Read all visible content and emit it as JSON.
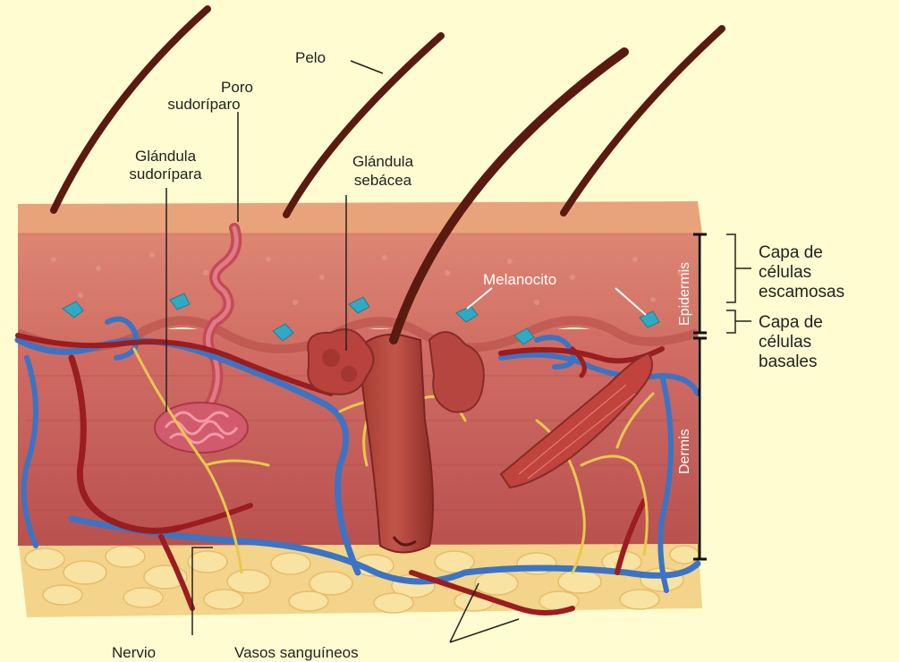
{
  "labels": {
    "pelo": "Pelo",
    "poro_line1": "Poro",
    "poro_line2": "sudoríparo",
    "glandula_sudoripara_line1": "Glándula",
    "glandula_sudoripara_line2": "sudorípara",
    "glandula_sebacea_line1": "Glándula",
    "glandula_sebacea_line2": "sebácea",
    "melanocito": "Melanocito",
    "epidermis": "Epidermis",
    "dermis": "Dermis",
    "capa_escamosas_line1": "Capa de",
    "capa_escamosas_line2": "células",
    "capa_escamosas_line3": "escamosas",
    "capa_basales_line1": "Capa de",
    "capa_basales_line2": "células",
    "capa_basales_line3": "basales",
    "nervio": "Nervio",
    "vasos": "Vasos sanguíneos"
  },
  "colors": {
    "background": "#fefcd0",
    "dermis": "#c9615d",
    "epidermis": "#d87c6e",
    "surface": "#e9a27a",
    "fat": "#f7d98e",
    "artery": "#9b1d20",
    "vein": "#3b74c4",
    "nerve": "#e8c84f",
    "hair": "#5a1a10",
    "melanocyte": "#2fa9c4"
  }
}
